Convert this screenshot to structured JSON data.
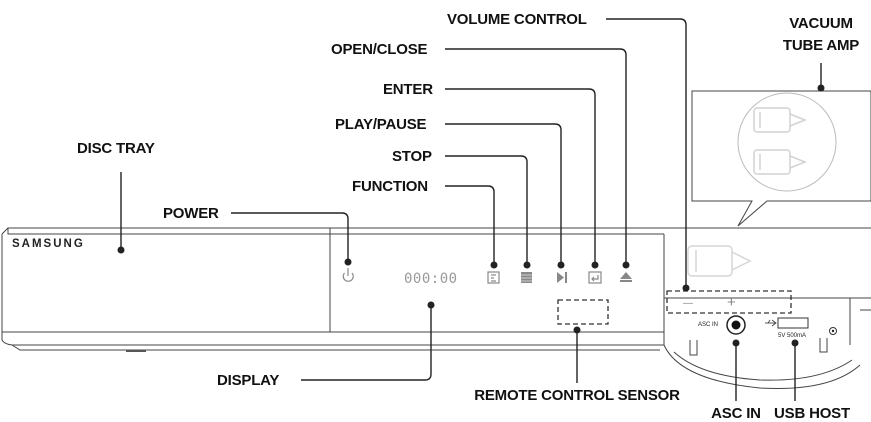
{
  "brand": "SAMSUNG",
  "display_digits": "000:00",
  "callouts": {
    "disc_tray": "DISC TRAY",
    "power": "POWER",
    "function": "FUNCTION",
    "stop": "STOP",
    "play_pause": "PLAY/PAUSE",
    "enter": "ENTER",
    "open_close": "OPEN/CLOSE",
    "volume_control": "VOLUME CONTROL",
    "vacuum_tube_amp_line1": "VACUUM",
    "vacuum_tube_amp_line2": "TUBE AMP",
    "display": "DISPLAY",
    "remote_control_sensor": "REMOTE CONTROL SENSOR",
    "asc_in": "ASC IN",
    "usb_host": "USB HOST"
  },
  "panel_text": {
    "asc_in_small": "ASC IN",
    "usb_rating": "5V 500mA",
    "vol_minus": "—",
    "vol_plus": "+"
  },
  "icons": {
    "power": "power-icon",
    "function": "function-icon",
    "stop": "stop-icon",
    "play_pause": "play-pause-icon",
    "enter": "enter-icon",
    "open_close": "eject-icon",
    "usb": "usb-icon"
  }
}
